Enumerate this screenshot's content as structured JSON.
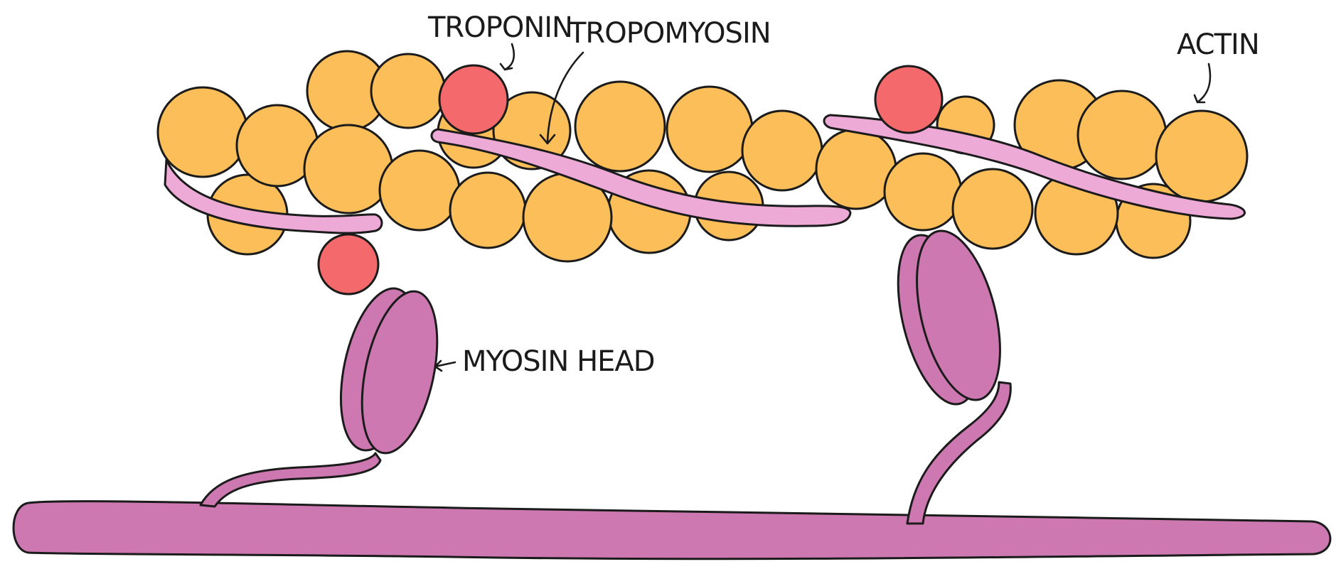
{
  "labels": {
    "troponin": "TROPONIN",
    "tropomyosin": "TROPOMYOSIN",
    "actin": "ACTIN",
    "myosin_head": "MYOSIN HEAD"
  },
  "colors": {
    "actin": "#fbbe58",
    "troponin": "#f46a6c",
    "tropomyosin": "#eeaad6",
    "myosin": "#cd78b1",
    "outline": "#1b1b1b"
  }
}
